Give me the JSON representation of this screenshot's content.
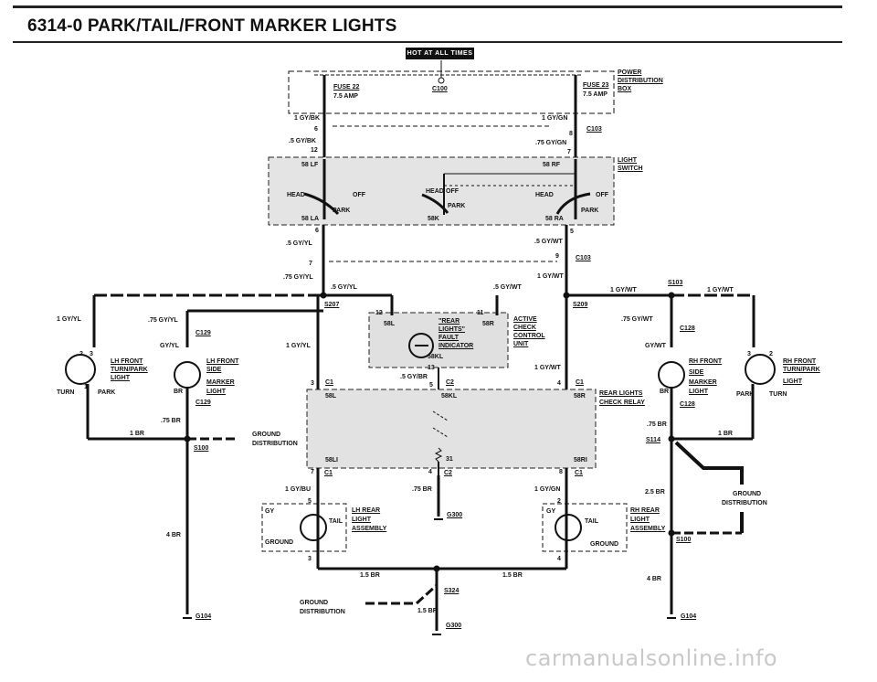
{
  "page": {
    "title": "6314-0   PARK/TAIL/FRONT MARKER LIGHTS",
    "badge": "HOT AT ALL TIMES",
    "watermark": "carmanualsonline.info"
  },
  "labels": {
    "power_dist": "POWER",
    "power_dist2": "DISTRIBUTION",
    "power_dist3": "BOX",
    "fuse22": "FUSE 22",
    "fuse22amp": "7.5 AMP",
    "fuse23": "FUSE 23",
    "fuse23amp": "7.5 AMP",
    "c100": "C100",
    "w1gybk": "1 GY/BK",
    "w1gygn": "1 GY/GN",
    "p6a": "6",
    "p8a": "8",
    "c103a": "C103",
    "w5gybk": ".5 GY/BK",
    "w75gygn": ".75 GY/GN",
    "p12a": "12",
    "p7a": "7",
    "light_switch": "LIGHT",
    "light_switch2": "SWITCH",
    "s58lf": "58 LF",
    "s58rf": "58 RF",
    "head1": "HEAD",
    "off1": "OFF",
    "head2": "HEAD",
    "off2": "OFF",
    "head3": "HEAD",
    "off3": "OFF",
    "park1": "PARK",
    "park2": "PARK",
    "park3": "PARK",
    "s58la": "58 LA",
    "s58k": "58K",
    "s58ra": "58 RA",
    "p6b": "6",
    "p5b": "5",
    "w5gyyl": ".5 GY/YL",
    "w5gywt": ".5 GY/WT",
    "p7b": "7",
    "p9b": "9",
    "c103b": "C103",
    "w75gyyl": ".75 GY/YL",
    "w1gywt": "1 GY/WT",
    "w5gyyl2": ".5 GY/YL",
    "w5gywt2": ".5 GY/WT",
    "w1gywt2": "1 GY/WT",
    "s103": "S103",
    "w1gywt3": "1 GY/WT",
    "s207": "S207",
    "s209": "S209",
    "w1gyyl_l": "1 GY/YL",
    "w75gyyl_l": ".75 GY/YL",
    "c129a": "C129",
    "gyyl": "GY/YL",
    "w1gyyl_m": "1 GY/YL",
    "p12c": "12",
    "p11c": "11",
    "s58l": "58L",
    "s58r": "58R",
    "rear": "\"REAR",
    "lights": "LIGHTS\"",
    "fault": "FAULT",
    "indicator": "INDICATOR",
    "s58kl": "58KL",
    "active": "ACTIVE",
    "check": "CHECK",
    "control": "CONTROL",
    "unit": "UNIT",
    "w75gywt": ".75 GY/WT",
    "c128a": "C128",
    "gywt": "GY/WT",
    "lhfront": "LH FRONT",
    "lhturn": "TURN/PARK",
    "lhlight": "LIGHT",
    "lhturnl": "TURN",
    "lhpark": "PARK",
    "p2l": "2",
    "p3l": "3",
    "p1l": "1",
    "lhf2": "LH FRONT",
    "lhside": "SIDE",
    "lhmarker": "MARKER",
    "lhlight2": "LIGHT",
    "br8l": "BR",
    "c129b": "C129",
    "rhf2": "RH FRONT",
    "rhside": "SIDE",
    "rhmarker": "MARKER",
    "rhlight2": "LIGHT",
    "br8r": "BR",
    "c128b": "C128",
    "rhfront": "RH FRONT",
    "rhturn": "TURN/PARK",
    "rhlight": "LIGHT",
    "rhpark": "PARK",
    "rhturnl": "TURN",
    "p3r": "3",
    "p2r": "2",
    "p1r": "1",
    "p13": "13",
    "w5gybr": ".5 GY/BR",
    "p5c2": "5",
    "c2a": "C2",
    "w1gywt4": "1 GY/WT",
    "p4c1": "4",
    "c1b": "C1",
    "p3c1": "3",
    "c1a": "C1",
    "s58l2": "58L",
    "s58kl2": "58KL",
    "s58r2": "58R",
    "rearlights": "REAR LIGHTS",
    "checkrelay": "CHECK RELAY",
    "w75br_l": ".75 BR",
    "w75br_r": ".75 BR",
    "w1br_l": "1 BR",
    "w1br_r": "1 BR",
    "s114": "S114",
    "gnd_dist": "GROUND",
    "gnd_dist2": "DISTRIBUTION",
    "s100a": "S100",
    "s58li": "58LI",
    "p31": "31",
    "s58ri": "58RI",
    "p7c1": "7",
    "c1c": "C1",
    "p4c2": "4",
    "c2b": "C2",
    "p8c1": "8",
    "c1d": "C1",
    "w1gybu": "1 GY/BU",
    "w75br_m": ".75 BR",
    "w1gygn2": "1 GY/GN",
    "w25br": "2.5 BR",
    "gnd_r": "GROUND",
    "gnd_r2": "DISTRIBUTION",
    "p5lr": "5",
    "gyl": "GY",
    "taill": "TAIL",
    "lhrear": "LH REAR",
    "lhrear2": "LIGHT",
    "lhrear3": "ASSEMBLY",
    "gndl": "GROUND",
    "p3lr": "3",
    "g300a": "G300",
    "p2rr": "2",
    "gyr": "GY",
    "tailr": "TAIL",
    "rhrear": "RH REAR",
    "rhrear2": "LIGHT",
    "rhrear3": "ASSEMBLY",
    "gndr": "GROUND",
    "p4rr": "4",
    "s100b": "S100",
    "w4br_l": "4 BR",
    "w4br_r": "4 BR",
    "w15br_l": "1.5 BR",
    "w15br_r": "1.5 BR",
    "s324": "S324",
    "gnd_b": "GROUND",
    "gnd_b2": "DISTRIBUTION",
    "w15br_b": "1.5 BR",
    "g300b": "G300",
    "g104a": "G104",
    "g104b": "G104"
  }
}
